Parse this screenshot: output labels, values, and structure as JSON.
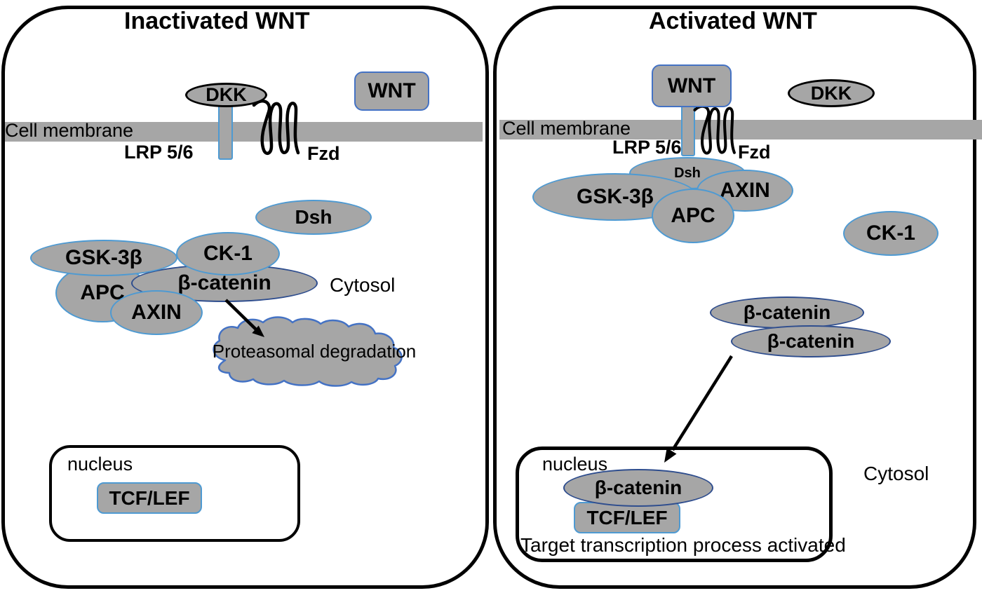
{
  "diagram": {
    "left": {
      "title": "Inactivated WNT",
      "cell_membrane": "Cell membrane",
      "dkk": "DKK",
      "lrp": "LRP 5/6",
      "fzd": "Fzd",
      "wnt": "WNT",
      "dsh": "Dsh",
      "gsk3b": "GSK-3β",
      "ck1": "CK-1",
      "apc": "APC",
      "beta_catenin": "β-catenin",
      "axin": "AXIN",
      "cytosol": "Cytosol",
      "cloud": "Proteasomal degradation",
      "nucleus": "nucleus",
      "tcf_lef": "TCF/LEF"
    },
    "right": {
      "title": "Activated WNT",
      "cell_membrane": "Cell membrane",
      "wnt": "WNT",
      "dkk": "DKK",
      "lrp": "LRP 5/6",
      "fzd": "Fzd",
      "dsh": "Dsh",
      "gsk3b": "GSK-3β",
      "axin": "AXIN",
      "apc": "APC",
      "ck1": "CK-1",
      "beta_catenin_upper": "β-catenin",
      "beta_catenin_lower": "β-catenin",
      "beta_catenin_nucleus": "β-catenin",
      "tcf_lef": "TCF/LEF",
      "target_text": "Target transcription process activated",
      "nucleus": "nucleus",
      "cytosol": "Cytosol"
    },
    "colors": {
      "shape_fill": "#a6a6a6",
      "membrane": "#a6a6a6",
      "light_blue": "#4e9ad2",
      "dark_blue": "#2e4d8e",
      "wnt_border": "#4472c4",
      "ink": "#000000"
    }
  }
}
